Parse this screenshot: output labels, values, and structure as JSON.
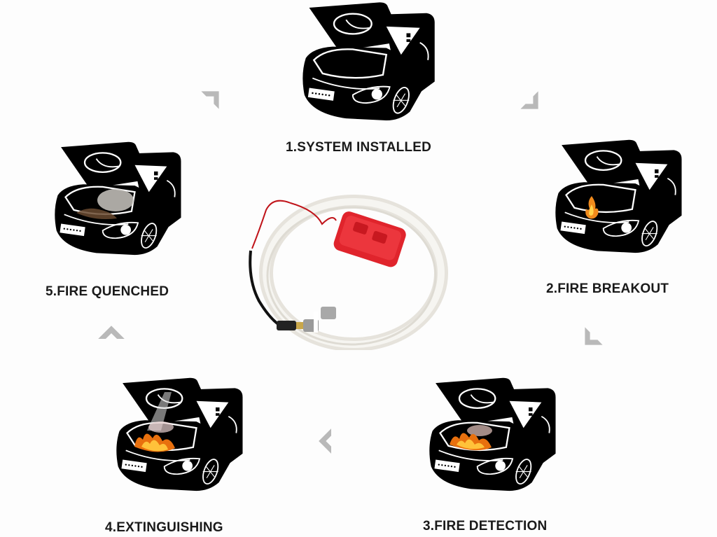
{
  "diagram": {
    "type": "cycle",
    "background": "#fdfdfd",
    "arrow_color": "#b9b9b9",
    "center_device": {
      "name": "fire-suppression-tube-kit",
      "tube_color": "#eeece6",
      "alarm_color": "#e0242c",
      "wire_color": "#c0141a",
      "cable_color": "#111111"
    },
    "stages": [
      {
        "step": 1,
        "label": "1.SYSTEM INSTALLED",
        "state": "idle"
      },
      {
        "step": 2,
        "label": "2.FIRE BREAKOUT",
        "state": "small-fire"
      },
      {
        "step": 3,
        "label": "3.FIRE DETECTION",
        "state": "large-fire"
      },
      {
        "step": 4,
        "label": "4.EXTINGUISHING",
        "state": "spray"
      },
      {
        "step": 5,
        "label": "5.FIRE QUENCHED",
        "state": "smoke"
      }
    ],
    "arrows": [
      {
        "from": 5,
        "to": 1,
        "icon": "chevron-up-right"
      },
      {
        "from": 1,
        "to": 2,
        "icon": "chevron-down-right"
      },
      {
        "from": 2,
        "to": 3,
        "icon": "chevron-down-left"
      },
      {
        "from": 3,
        "to": 4,
        "icon": "chevron-left"
      },
      {
        "from": 4,
        "to": 5,
        "icon": "chevron-up"
      }
    ]
  }
}
